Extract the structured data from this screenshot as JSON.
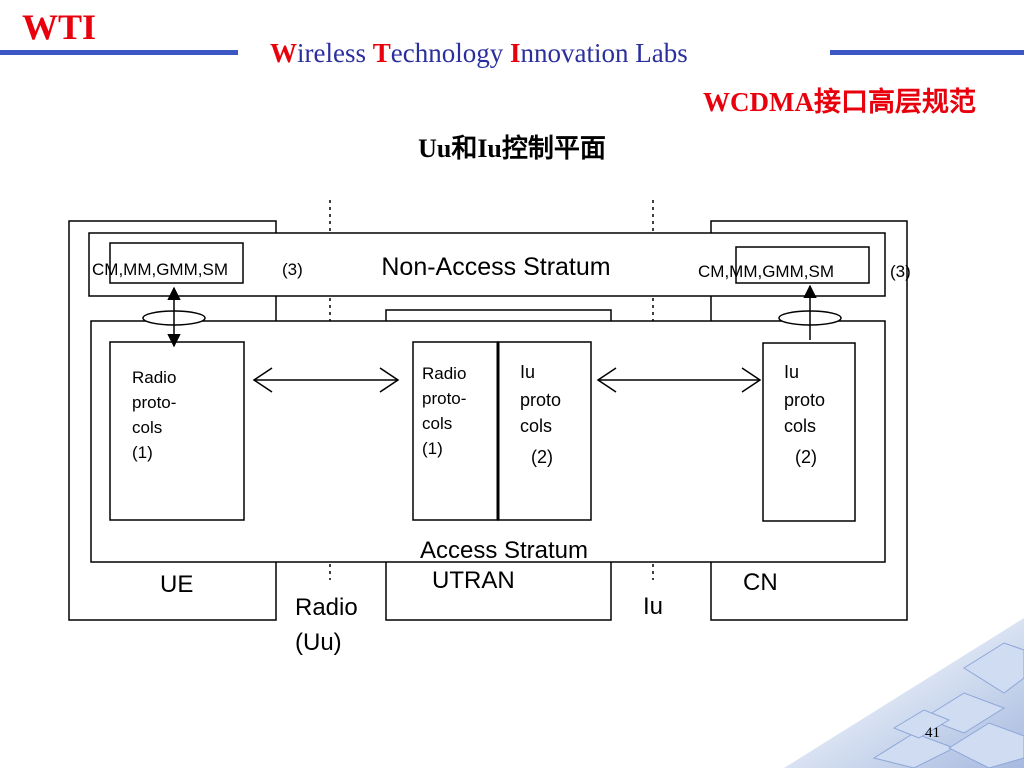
{
  "header": {
    "logo": "WTI",
    "lab_name": [
      {
        "cap": "W",
        "rest": "ireless "
      },
      {
        "cap": "T",
        "rest": "echnology "
      },
      {
        "cap": "I",
        "rest": "nnovation Labs"
      }
    ],
    "subtitle": "WCDMA接口高层规范"
  },
  "slide": {
    "heading": "Uu和Iu控制平面",
    "number": "41"
  },
  "diagram": {
    "nas_label": "Non-Access Stratum",
    "as_label": "Access Stratum",
    "ue_nas_protocols": "CM,MM,GMM,SM",
    "ue_nas_ref": "(3)",
    "cn_nas_protocols": "CM,MM,GMM,SM",
    "cn_nas_ref": "(3)",
    "ue_radio": [
      "Radio",
      "proto-",
      "cols",
      "(1)"
    ],
    "utran_radio": [
      "Radio",
      "proto-",
      "cols",
      "(1)"
    ],
    "utran_iu": [
      "Iu",
      "proto",
      "cols",
      "(2)"
    ],
    "cn_iu": [
      "Iu",
      "proto",
      "cols",
      "(2)"
    ],
    "node_ue": "UE",
    "node_utran": "UTRAN",
    "node_cn": "CN",
    "iface_radio": [
      "Radio",
      "(Uu)"
    ],
    "iface_iu": "Iu"
  },
  "colors": {
    "accent_red": "#e8000d",
    "accent_blue": "#3b57c4"
  }
}
